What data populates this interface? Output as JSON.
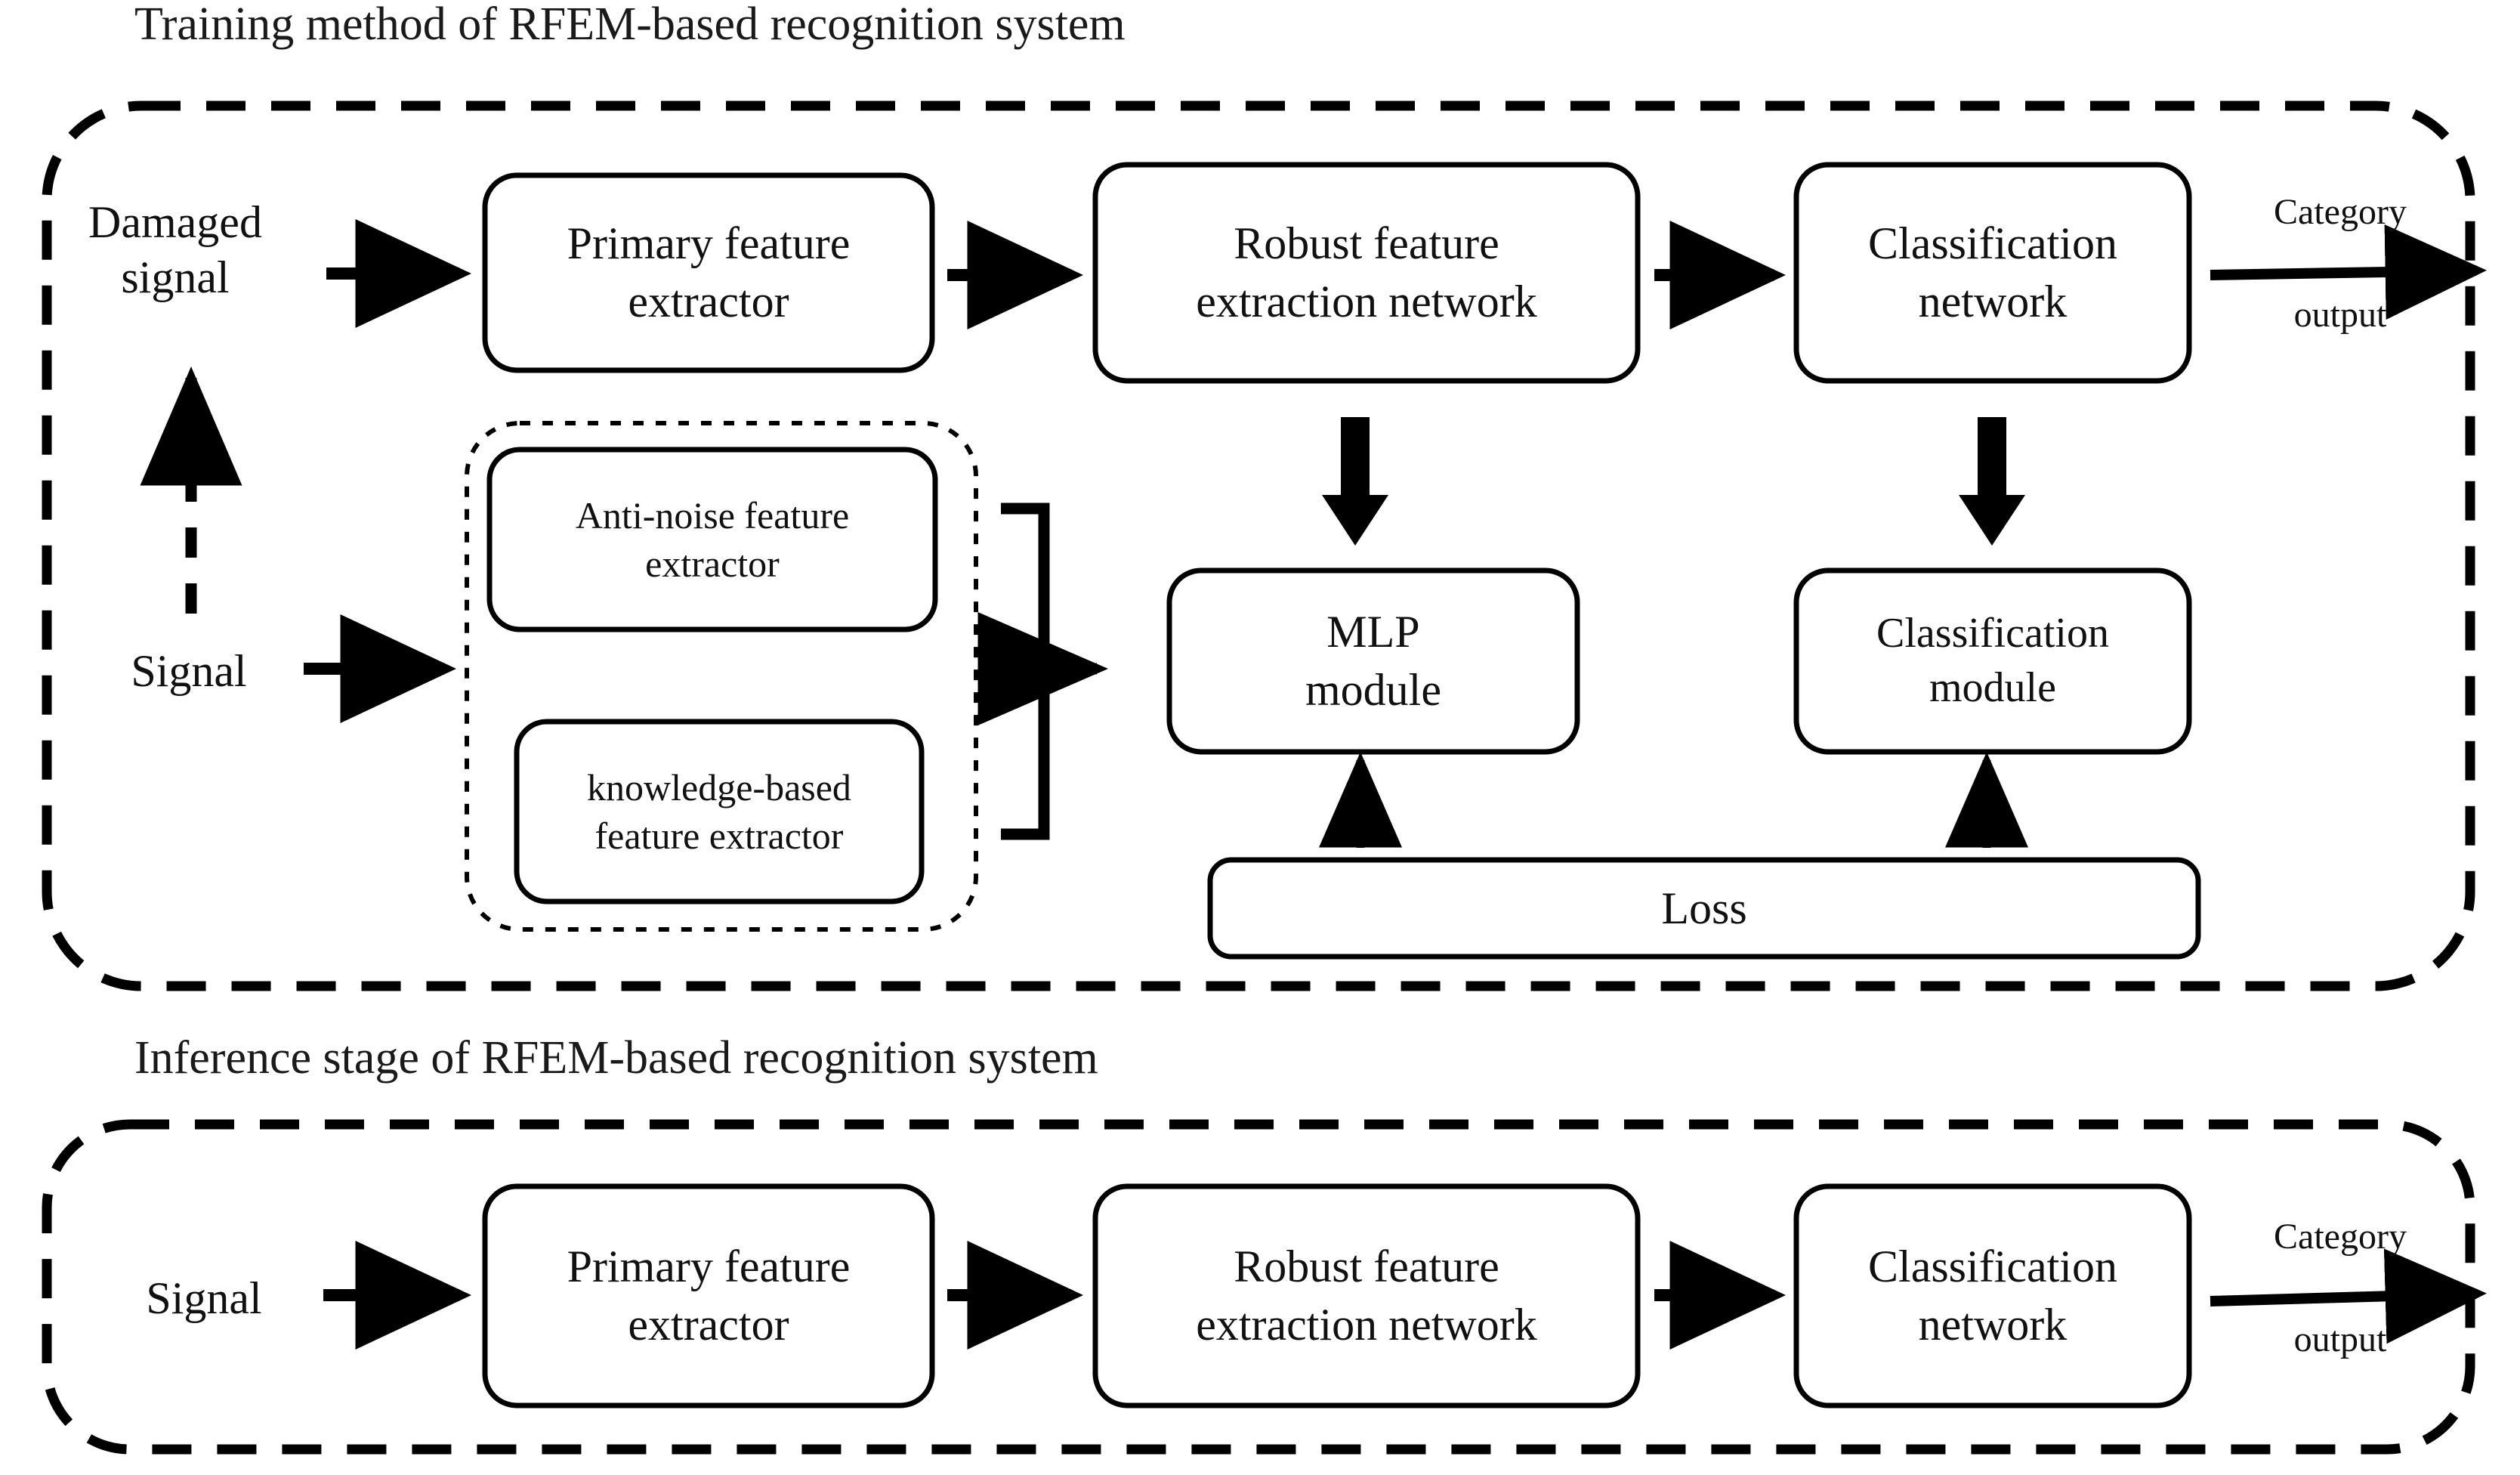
{
  "diagram": {
    "type": "flowchart",
    "background": "#ffffff",
    "stroke_color": "#000000",
    "text_color": "#111111",
    "sections": [
      {
        "id": "training",
        "title": "Training method of RFEM-based recognition system",
        "container_style": "dashed-rounded-thick",
        "nodes": [
          {
            "id": "damaged-signal",
            "label": "Damaged\nsignal",
            "shape": "plain-text"
          },
          {
            "id": "primary-feature-extractor",
            "label": "Primary feature\nextractor",
            "shape": "rounded-rect"
          },
          {
            "id": "robust-feature-extraction-network",
            "label": "Robust feature\nextraction network",
            "shape": "rounded-rect"
          },
          {
            "id": "classification-network",
            "label": "Classification\nnetwork",
            "shape": "rounded-rect"
          },
          {
            "id": "signal",
            "label": "Signal",
            "shape": "plain-text"
          },
          {
            "id": "anti-noise-feature-extractor",
            "label": "Anti-noise feature\nextractor",
            "shape": "rounded-rect"
          },
          {
            "id": "knowledge-based-feature-extractor",
            "label": "knowledge-based\nfeature extractor",
            "shape": "rounded-rect"
          },
          {
            "id": "mlp-module",
            "label": "MLP\nmodule",
            "shape": "rounded-rect"
          },
          {
            "id": "classification-module",
            "label": "Classification\nmodule",
            "shape": "rounded-rect"
          },
          {
            "id": "loss",
            "label": "Loss",
            "shape": "rounded-rect-wide"
          }
        ],
        "groups": [
          {
            "id": "feature-extractor-group",
            "style": "dotted-rounded-thin",
            "members": [
              "anti-noise-feature-extractor",
              "knowledge-based-feature-extractor"
            ]
          }
        ],
        "edges": [
          {
            "from": "damaged-signal",
            "to": "primary-feature-extractor",
            "style": "solid-thick",
            "label": ""
          },
          {
            "from": "primary-feature-extractor",
            "to": "robust-feature-extraction-network",
            "style": "solid-thick",
            "label": ""
          },
          {
            "from": "robust-feature-extraction-network",
            "to": "classification-network",
            "style": "solid-thick",
            "label": ""
          },
          {
            "from": "classification-network",
            "to": "category-output",
            "style": "solid-thick",
            "label_above": "Category",
            "label_below": "output"
          },
          {
            "from": "signal",
            "to": "damaged-signal",
            "style": "dashed-up",
            "label": ""
          },
          {
            "from": "signal",
            "to": "feature-extractor-group",
            "style": "solid-thick",
            "label": ""
          },
          {
            "from": "feature-extractor-group",
            "to": "mlp-module",
            "style": "bracket-merge-arrow",
            "label": ""
          },
          {
            "from": "robust-feature-extraction-network",
            "to": "mlp-module",
            "style": "solid-block-down",
            "label": ""
          },
          {
            "from": "classification-network",
            "to": "classification-module",
            "style": "solid-block-down",
            "label": ""
          },
          {
            "from": "loss",
            "to": "mlp-module",
            "style": "thin-up",
            "label": ""
          },
          {
            "from": "loss",
            "to": "classification-module",
            "style": "thin-up",
            "label": ""
          }
        ]
      },
      {
        "id": "inference",
        "title": "Inference stage of RFEM-based recognition system",
        "container_style": "dashed-rounded-thick",
        "nodes": [
          {
            "id": "inf-signal",
            "label": "Signal",
            "shape": "plain-text"
          },
          {
            "id": "inf-primary-feature-extractor",
            "label": "Primary feature\nextractor",
            "shape": "rounded-rect"
          },
          {
            "id": "inf-robust-feature-extraction-network",
            "label": "Robust feature\nextraction network",
            "shape": "rounded-rect"
          },
          {
            "id": "inf-classification-network",
            "label": "Classification\nnetwork",
            "shape": "rounded-rect"
          }
        ],
        "edges": [
          {
            "from": "inf-signal",
            "to": "inf-primary-feature-extractor",
            "style": "solid-thick"
          },
          {
            "from": "inf-primary-feature-extractor",
            "to": "inf-robust-feature-extraction-network",
            "style": "solid-thick"
          },
          {
            "from": "inf-robust-feature-extraction-network",
            "to": "inf-classification-network",
            "style": "solid-thick"
          },
          {
            "from": "inf-classification-network",
            "to": "inf-category-output",
            "style": "solid-thick",
            "label_above": "Category",
            "label_below": "output"
          }
        ]
      }
    ]
  },
  "training": {
    "title": "Training method of RFEM-based recognition system",
    "damaged_signal_line1": "Damaged",
    "damaged_signal_line2": "signal",
    "primary_feature_extractor_line1": "Primary feature",
    "primary_feature_extractor_line2": "extractor",
    "robust_network_line1": "Robust feature",
    "robust_network_line2": "extraction network",
    "classification_network_line1": "Classification",
    "classification_network_line2": "network",
    "category_label": "Category",
    "output_label": "output",
    "signal_label": "Signal",
    "anti_noise_line1": "Anti-noise feature",
    "anti_noise_line2": "extractor",
    "knowledge_line1": "knowledge-based",
    "knowledge_line2": "feature extractor",
    "mlp_line1": "MLP",
    "mlp_line2": "module",
    "classification_module_line1": "Classification",
    "classification_module_line2": "module",
    "loss_label": "Loss"
  },
  "inference": {
    "title": "Inference stage of RFEM-based recognition system",
    "signal_label": "Signal",
    "primary_feature_extractor_line1": "Primary feature",
    "primary_feature_extractor_line2": "extractor",
    "robust_network_line1": "Robust feature",
    "robust_network_line2": "extraction network",
    "classification_network_line1": "Classification",
    "classification_network_line2": "network",
    "category_label": "Category",
    "output_label": "output"
  }
}
